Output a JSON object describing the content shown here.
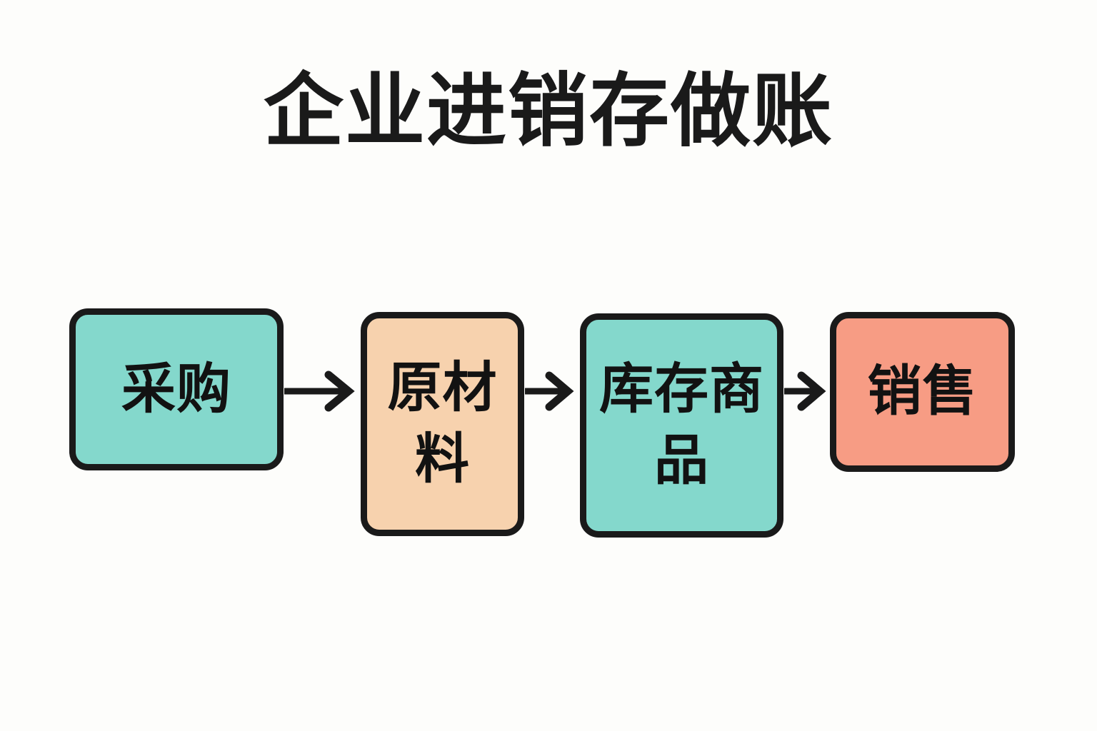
{
  "page": {
    "title": "企业进销存做账",
    "background_color": "#fdfdfb",
    "text_color": "#1a1a1a"
  },
  "diagram": {
    "type": "flowchart",
    "direction": "left-to-right",
    "border_color": "#1a1a1a",
    "nodes": [
      {
        "id": "node-1",
        "label": "采购",
        "color": "#84d8cc",
        "color_name": "teal"
      },
      {
        "id": "node-2",
        "label": "原材料",
        "color": "#f7d2ae",
        "color_name": "peach"
      },
      {
        "id": "node-3",
        "label": "库存商品",
        "color": "#84d8cc",
        "color_name": "teal"
      },
      {
        "id": "node-4",
        "label": "销售",
        "color": "#f79c84",
        "color_name": "salmon"
      }
    ],
    "connectors": [
      {
        "id": "arrow-1",
        "from": "node-1",
        "to": "node-2",
        "style": "arrow-right"
      },
      {
        "id": "arrow-2",
        "from": "node-2",
        "to": "node-3",
        "style": "arrow-right"
      },
      {
        "id": "arrow-3",
        "from": "node-3",
        "to": "node-4",
        "style": "arrow-right"
      }
    ]
  }
}
